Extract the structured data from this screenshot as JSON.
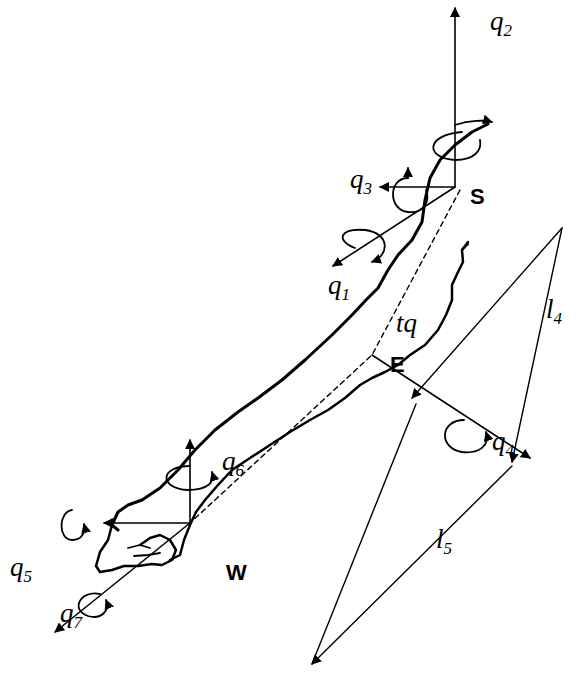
{
  "diagram": {
    "labels": [
      "q2",
      "q3",
      "S",
      "q1",
      "q6",
      "E",
      "tq",
      "q4",
      "l4",
      "q5",
      "W",
      "l5",
      "q7"
    ]
  }
}
